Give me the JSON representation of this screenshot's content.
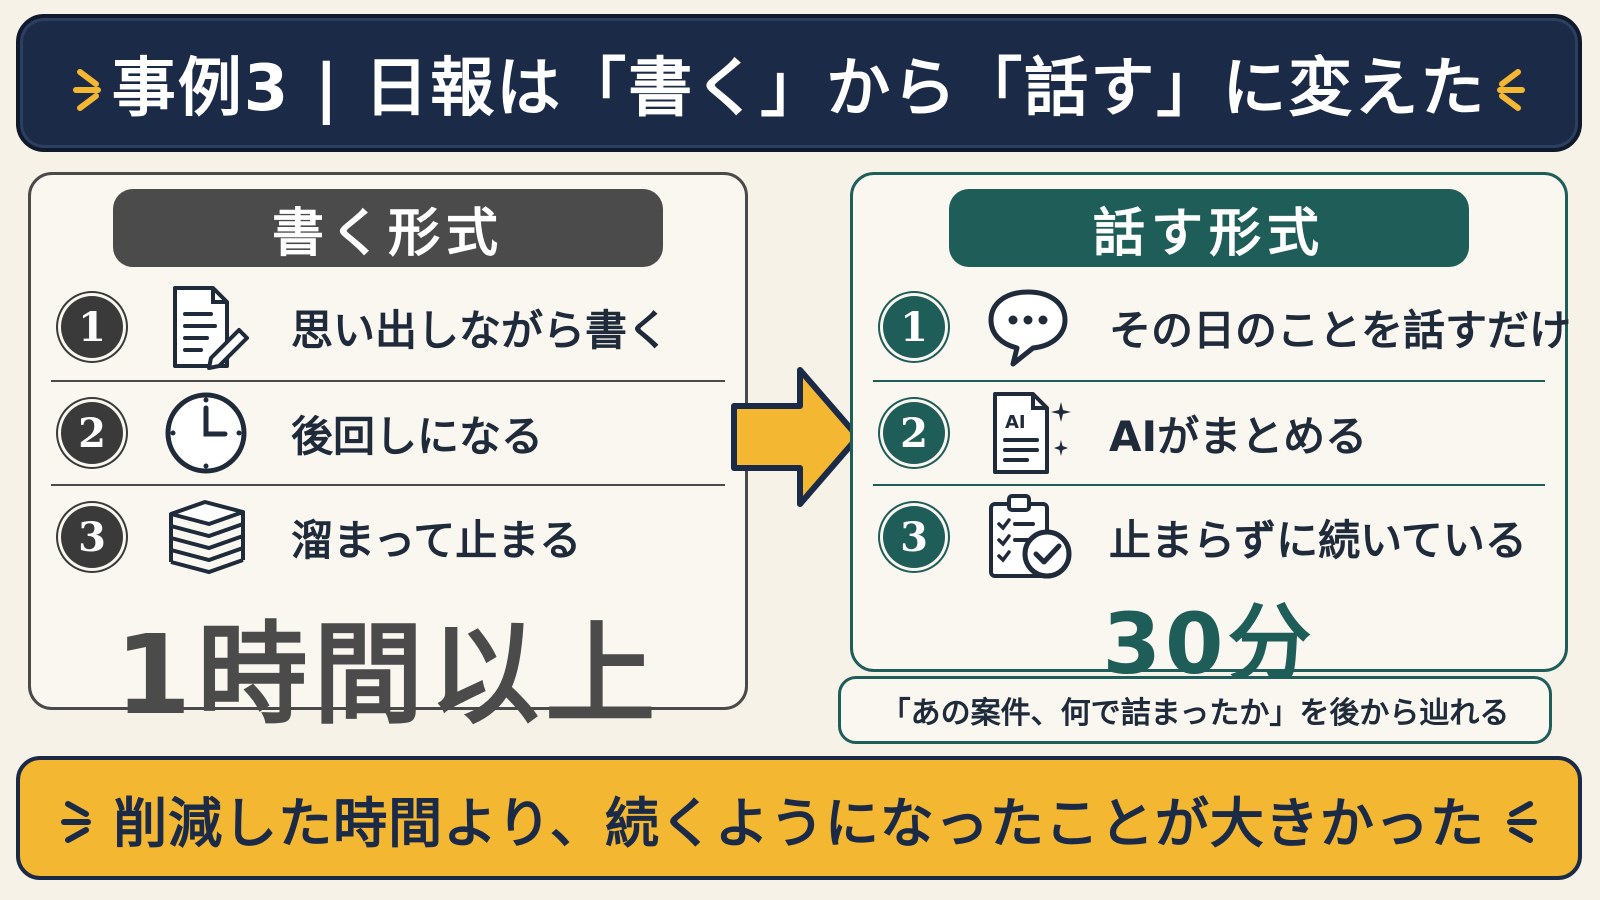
{
  "header": {
    "title": "事例3 | 日報は「書く」から「話す」に変えた"
  },
  "left_panel": {
    "title": "書く形式",
    "items": [
      {
        "num": "1",
        "icon": "document-pencil-icon",
        "text": "思い出しながら書く"
      },
      {
        "num": "2",
        "icon": "clock-icon",
        "text": "後回しになる"
      },
      {
        "num": "3",
        "icon": "paper-stack-icon",
        "text": "溜まって止まる"
      }
    ],
    "result": "1時間以上"
  },
  "right_panel": {
    "title": "話す形式",
    "items": [
      {
        "num": "1",
        "icon": "speech-bubble-icon",
        "text": "その日のことを話すだけ"
      },
      {
        "num": "2",
        "icon": "ai-document-icon",
        "text": "AIがまとめる"
      },
      {
        "num": "3",
        "icon": "checklist-clipboard-icon",
        "text": "止まらずに続いている"
      }
    ],
    "result": "30分",
    "note": "「あの案件、何で詰まったか」を後から辿れる"
  },
  "footer": {
    "text": "削減した時間より、続くようになったことが大きかった"
  },
  "colors": {
    "navy": "#1b2a47",
    "teal": "#1f5d58",
    "gray": "#4b4b4b",
    "yellow": "#f3b731",
    "background": "#f7f2e8"
  }
}
